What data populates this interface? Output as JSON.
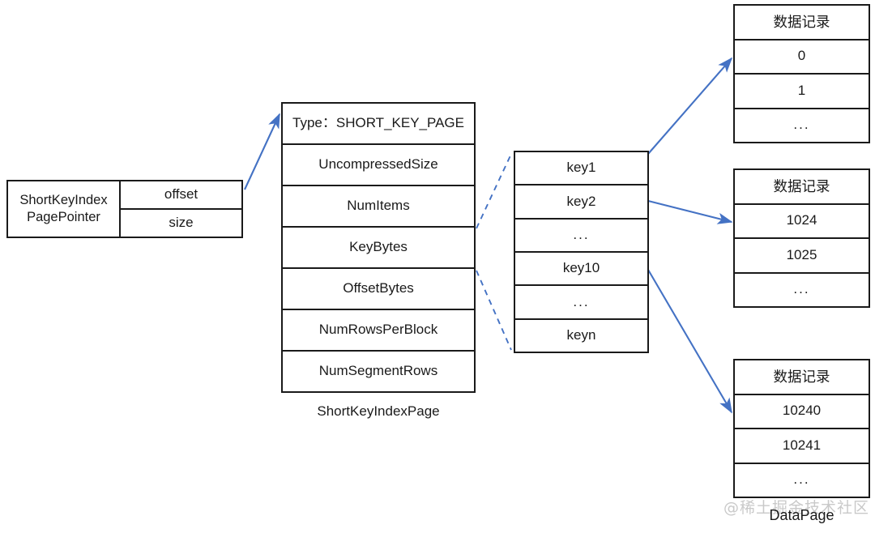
{
  "diagram": {
    "title": "ShortKeyIndexPage to DataPage mapping",
    "accent_color": "#4472c4",
    "border_color": "#1a1a1a",
    "background": "#ffffff"
  },
  "pointer_box": {
    "label": "ShortKeyIndex\nPagePointer",
    "label_line1": "ShortKeyIndex",
    "label_line2": "PagePointer",
    "fields": [
      {
        "name": "offset"
      },
      {
        "name": "size"
      }
    ]
  },
  "index_page": {
    "caption": "ShortKeyIndexPage",
    "rows": [
      {
        "text": "Type：SHORT_KEY_PAGE"
      },
      {
        "text": "UncompressedSize"
      },
      {
        "text": "NumItems"
      },
      {
        "text": "KeyBytes"
      },
      {
        "text": "OffsetBytes"
      },
      {
        "text": "NumRowsPerBlock"
      },
      {
        "text": "NumSegmentRows"
      }
    ]
  },
  "key_table": {
    "rows": [
      {
        "text": "key1"
      },
      {
        "text": "key2"
      },
      {
        "text": "..."
      },
      {
        "text": "key10"
      },
      {
        "text": "..."
      },
      {
        "text": "keyn"
      }
    ]
  },
  "data_pages": {
    "caption": "DataPage",
    "pages": [
      {
        "header": "数据记录",
        "rows": [
          {
            "text": "0"
          },
          {
            "text": "1"
          },
          {
            "text": "..."
          }
        ]
      },
      {
        "header": "数据记录",
        "rows": [
          {
            "text": "1024"
          },
          {
            "text": "1025"
          },
          {
            "text": "..."
          }
        ]
      },
      {
        "header": "数据记录",
        "rows": [
          {
            "text": "10240"
          },
          {
            "text": "10241"
          },
          {
            "text": "..."
          }
        ]
      }
    ]
  },
  "watermark": {
    "text": "@稀土掘金技术社区"
  }
}
